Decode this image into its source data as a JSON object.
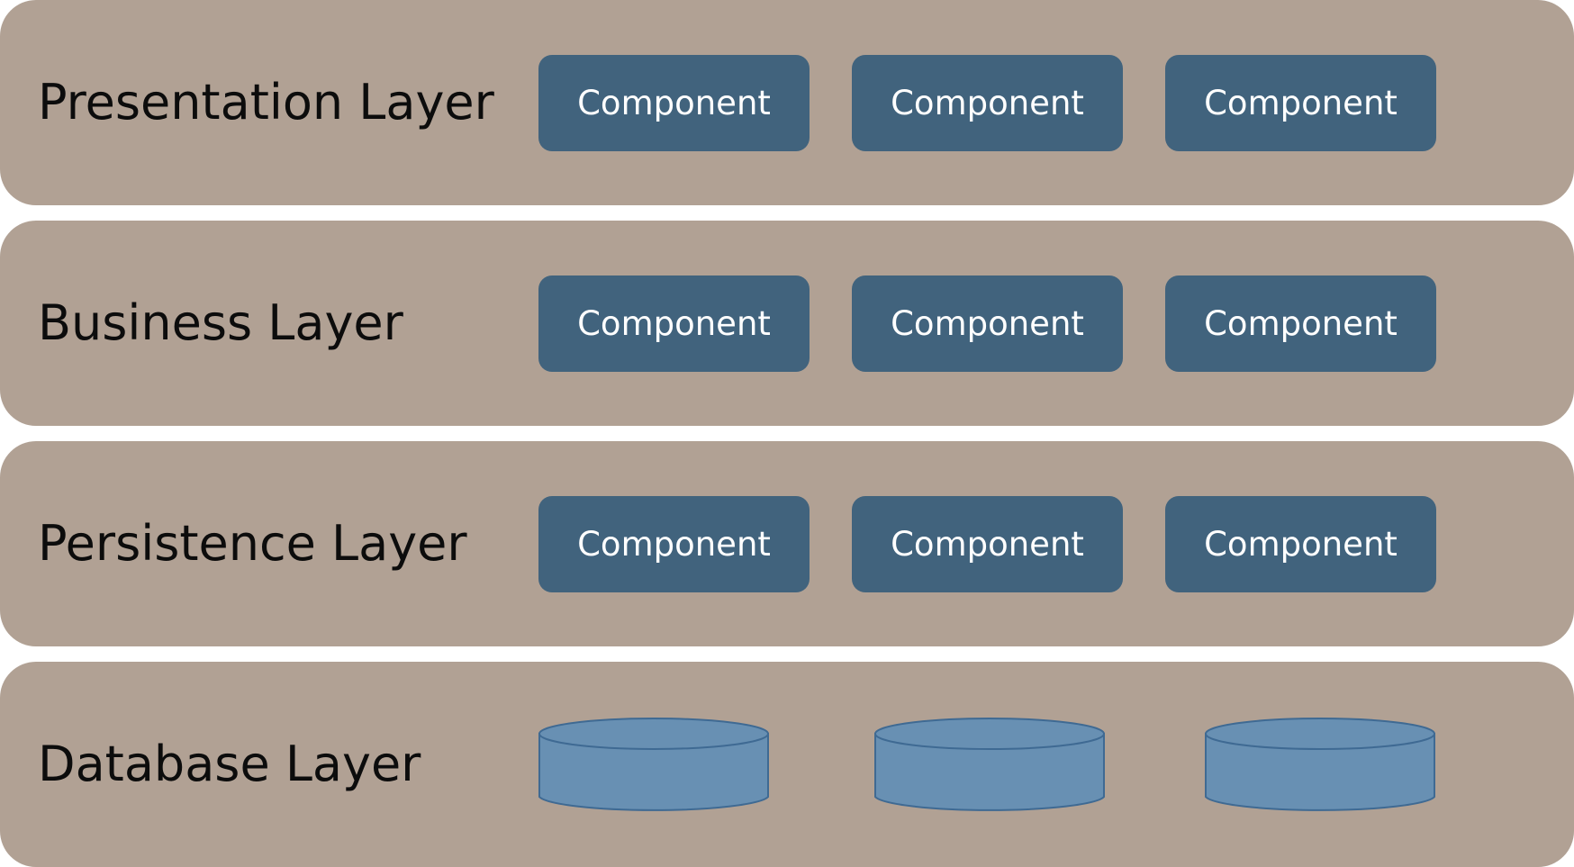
{
  "colors": {
    "layer_background": "#b1a194",
    "component_background": "#41637d",
    "component_text": "#ffffff",
    "database_fill": "#6890b3",
    "database_stroke": "#3f6a93",
    "title_text": "#0c0c0c"
  },
  "layers": [
    {
      "title": "Presentation Layer",
      "components": [
        "Component",
        "Component",
        "Component"
      ]
    },
    {
      "title": "Business Layer",
      "components": [
        "Component",
        "Component",
        "Component"
      ]
    },
    {
      "title": "Persistence Layer",
      "components": [
        "Component",
        "Component",
        "Component"
      ]
    },
    {
      "title": "Database Layer",
      "databases": [
        "database-cylinder",
        "database-cylinder",
        "database-cylinder"
      ]
    }
  ]
}
